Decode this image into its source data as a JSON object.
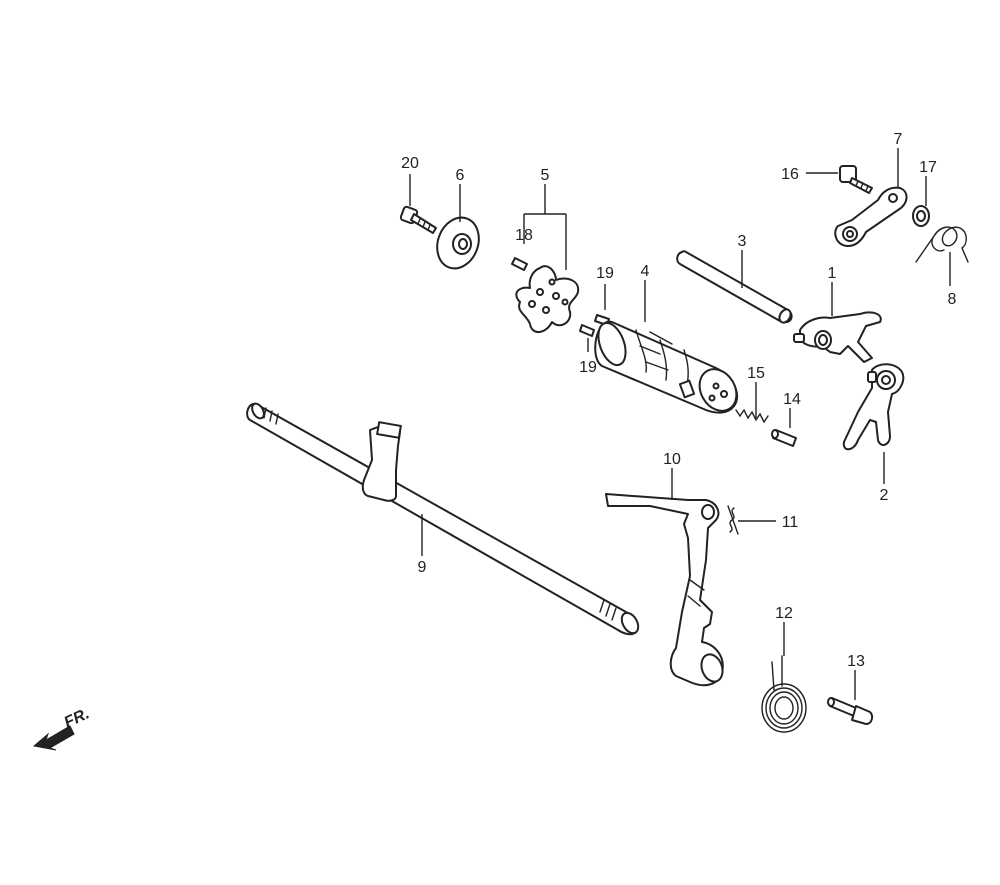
{
  "labels": {
    "p1": "1",
    "p2": "2",
    "p3": "3",
    "p4": "4",
    "p5": "5",
    "p6": "6",
    "p7": "7",
    "p8": "8",
    "p9": "9",
    "p10": "10",
    "p11": "11",
    "p12": "12",
    "p13": "13",
    "p14": "14",
    "p15": "15",
    "p16": "16",
    "p17": "17",
    "p18": "18",
    "p19a": "19",
    "p19b": "19",
    "p20": "20"
  },
  "front_indicator": "FR."
}
